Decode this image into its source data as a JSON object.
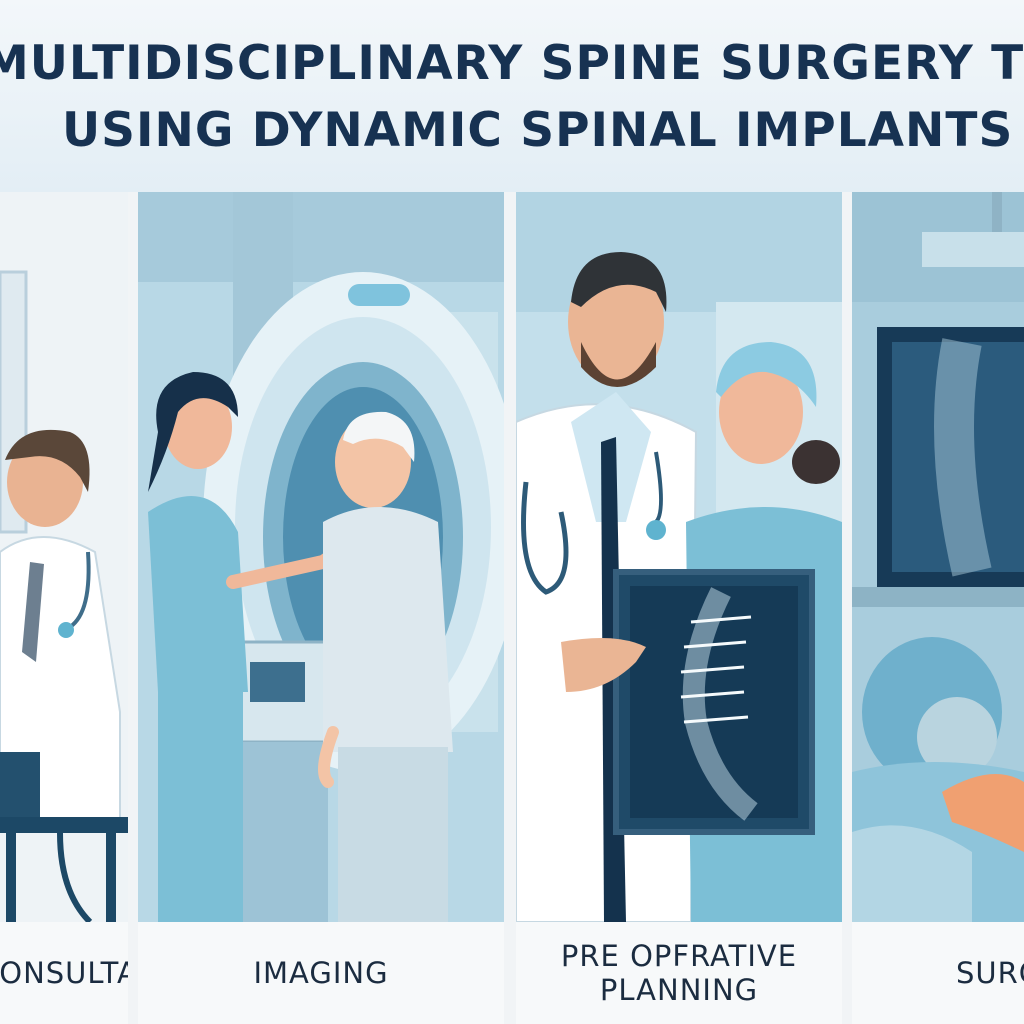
{
  "header": {
    "title_line1": "MULTIDISCIPLINARY SPINE SURGERY TEAM",
    "title_line2": "USING DYNAMIC SPINAL IMPLANTS"
  },
  "panels": [
    {
      "caption": "CONSULTATION"
    },
    {
      "caption": "IMAGING"
    },
    {
      "caption": "PRE OPFRATIVE\nPLANNING"
    },
    {
      "caption": "SURGERY"
    }
  ],
  "colors": {
    "title": "#173252",
    "caption": "#1b2c40",
    "scrubs": "#7cbfd6",
    "coat": "#ffffff",
    "xray_dark": "#173a57"
  }
}
